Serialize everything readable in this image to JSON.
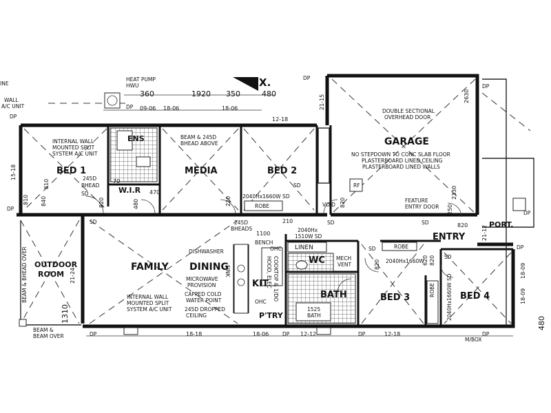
{
  "rooms": {
    "bed1": "BED 1",
    "ens": "ENS",
    "wir": "W.I.R",
    "media": "MEDIA",
    "bed2": "BED 2",
    "garage": "GARAGE",
    "family": "FAMILY",
    "dining": "DINING",
    "outdoor1": "OUTDOOR",
    "outdoor2": "ROOM",
    "kit": "KIT",
    "ptry": "P'TRY",
    "wc": "WC",
    "bath": "BATH",
    "linen": "LINEN",
    "bed3": "BED 3",
    "bed4": "BED 4",
    "entry": "ENTRY",
    "port": "PORT."
  },
  "notes": {
    "heat_pump_1": "HEAT PUMP",
    "heat_pump_2": "HWU",
    "beam_1": "BEAM & 245D",
    "beam_2": "BHEAD ABOVE",
    "split_1": "INTERNAL WALL",
    "split_2": "MOUNTED SPLIT",
    "split_3": "SYSTEM A/C UNIT",
    "bhead_245d": "245D",
    "bhead": "BHEAD",
    "garage_door_1": "DOUBLE SECTIONAL",
    "garage_door_2": "OVERHEAD DOOR",
    "garage_note_1": "NO STEPDOWN TO CONC SLAB FLOOR",
    "garage_note_2": "PLASTERBOARD LINED CEILING",
    "garage_note_3": "PLASTERBOARD LINED WALLS",
    "rf": "RF",
    "feature_1": "FEATURE",
    "feature_2": "ENTRY DOOR",
    "robe": "ROBE",
    "robe_bed2_dims": "2040Hx1660W SD",
    "void": "VOID",
    "bheads_1": "245D",
    "bheads_2": "BHEADS",
    "bench": "BENCH",
    "dishwasher": "DISHWASHER",
    "microwave_1": "MICROWAVE",
    "microwave_2": "PROVISION",
    "capped_1": "CAPPED COLD",
    "capped_2": "WATER POINT",
    "dropped_1": "245D DROPPED",
    "dropped_2": "CEILING",
    "ohc": "OHC",
    "sink": "SINK",
    "hood": "HOOD, ELEC",
    "cooktop": "COOKTOP & 1/DO",
    "linen_dims_1": "2040Hx",
    "linen_dims_2": "1510W SD",
    "mech_1": "MECH",
    "mech_2": "VENT",
    "bath_1": "1525",
    "bath_2": "BATH",
    "robe_bed3_dims": "2040Hx1660W",
    "robe_bed4_dims": "2040Hx1660W SD",
    "sd": "SD",
    "beam_over_1": "BEAM &",
    "beam_over_2": "BEAM OVER",
    "beam_vert": "BEAM & BHEAD OVER",
    "wall_ac_1": "WALL",
    "wall_ac_2": "A/C UNIT",
    "ine": "INE",
    "dp": "DP",
    "mbox": "M/BOX",
    "north": "X."
  },
  "dims": {
    "d360": "360",
    "d1920": "1920",
    "d350": "350",
    "d480": "480",
    "d09_06": "09-06",
    "d18_06_a": "18-06",
    "d18_06_b": "18-06",
    "d12_18_top": "12-18",
    "d21_15": "21-15",
    "d2630": "2630",
    "d2330": "2330",
    "d15_18": "15-18",
    "d810": "810",
    "d840": "840",
    "d70": "70",
    "d470": "470",
    "d480_wir": "480",
    "d820_a": "820",
    "d820_b": "820",
    "d820_c": "820",
    "d820_d": "820",
    "d820_e": "820",
    "d220": "220",
    "d210": "210",
    "d1100": "1100",
    "d250": "250",
    "d21_12": "21-12",
    "d18_09_a": "18-09",
    "d18_09_b": "18-09",
    "d480_right": "480",
    "d21_24": "21-24",
    "d1310": "1310",
    "d18_18_a": "18-18",
    "d18_06_c": "18-06",
    "d12_12": "12-12",
    "d12_18_b": "12-18",
    "d810_robe": "810",
    "d620": "620"
  }
}
